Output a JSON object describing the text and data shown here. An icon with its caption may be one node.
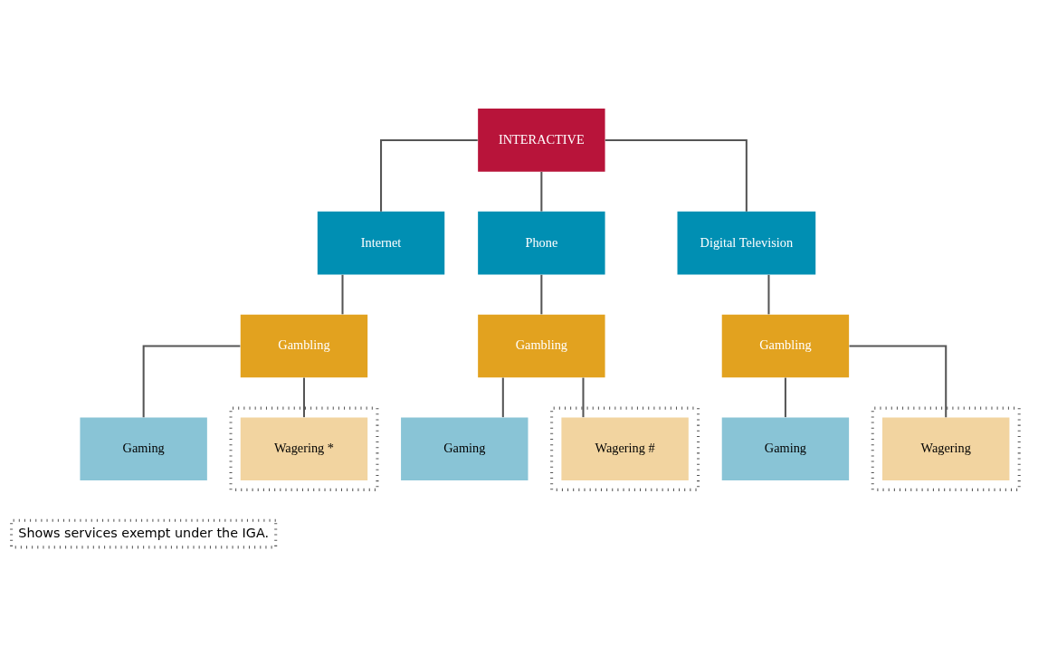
{
  "diagram": {
    "nodes": [
      {
        "text": [
          "INTERACTIVE"
        ]
      },
      {
        "text": [
          "Internet"
        ]
      },
      {
        "text": [
          "Phone"
        ]
      },
      {
        "text": [
          "Digital Television"
        ]
      },
      {
        "text": [
          "Gambling"
        ]
      },
      {
        "text": [
          "Gaming"
        ]
      },
      {
        "text": [],
        "shape": "box"
      },
      {
        "text": [
          "Wagering *"
        ],
        "in": 6
      },
      {
        "text": [
          "Gambling"
        ]
      },
      {
        "text": [
          "Gaming"
        ]
      },
      {
        "text": [],
        "shape": "box"
      },
      {
        "text": [
          "Wagering #"
        ],
        "in": 10
      },
      {
        "text": [
          "Gambling"
        ]
      },
      {
        "text": [
          "Gaming"
        ]
      },
      {
        "text": [],
        "shape": "box"
      },
      {
        "text": [
          "Wagering"
        ],
        "in": 14
      }
    ],
    "edges": [
      {
        "from": 0,
        "to": 1,
        "arrow": "none"
      },
      {
        "from": 0,
        "to": 2,
        "arrow": "none"
      },
      {
        "from": 0,
        "to": 3,
        "arrow": "none"
      },
      {
        "from": 1,
        "to": 4,
        "arrow": "none"
      },
      {
        "from": 4,
        "to": 5,
        "arrow": "none"
      },
      {
        "from": 4,
        "to": 7,
        "arrow": "none"
      },
      {
        "from": 2,
        "to": 8,
        "arrow": "none"
      },
      {
        "from": 8,
        "to": 9,
        "arrow": "none"
      },
      {
        "from": 8,
        "to": 11,
        "arrow": "none"
      },
      {
        "from": 3,
        "to": 12,
        "arrow": "none"
      },
      {
        "from": 12,
        "to": 13,
        "arrow": "none"
      },
      {
        "from": 12,
        "to": 15,
        "arrow": "none"
      }
    ],
    "legend": [
      {
        "text": "Shows services exempt under the IGA."
      }
    ]
  }
}
